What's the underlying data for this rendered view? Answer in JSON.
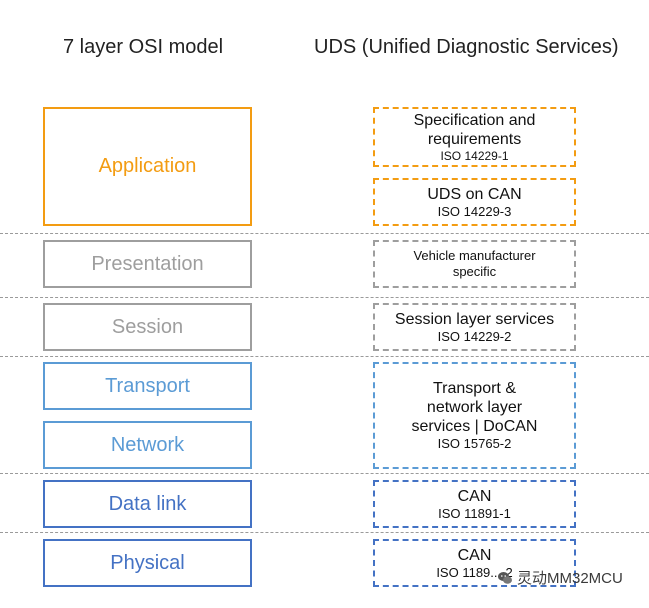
{
  "headings": {
    "left": "7 layer OSI model",
    "right": "UDS (Unified Diagnostic Services)"
  },
  "osi_layers": [
    {
      "name": "Application",
      "color": "#f39c12"
    },
    {
      "name": "Presentation",
      "color": "#9e9e9e"
    },
    {
      "name": "Session",
      "color": "#9e9e9e"
    },
    {
      "name": "Transport",
      "color": "#5b9bd5"
    },
    {
      "name": "Network",
      "color": "#5b9bd5"
    },
    {
      "name": "Data link",
      "color": "#4472c4"
    },
    {
      "name": "Physical",
      "color": "#4472c4"
    }
  ],
  "uds_boxes": [
    {
      "lines": [
        "Specification and",
        "requirements"
      ],
      "standard": "ISO 14229-1",
      "color": "#f39c12"
    },
    {
      "lines": [
        "UDS on CAN"
      ],
      "standard": "ISO 14229-3",
      "color": "#f39c12"
    },
    {
      "lines": [
        "Vehicle manufacturer",
        "specific"
      ],
      "standard": "",
      "color": "#9e9e9e"
    },
    {
      "lines": [
        "Session layer services"
      ],
      "standard": "ISO 14229-2",
      "color": "#9e9e9e"
    },
    {
      "lines": [
        "Transport &",
        "network layer",
        "services | DoCAN"
      ],
      "standard": "ISO 15765-2",
      "color": "#5b9bd5"
    },
    {
      "lines": [
        "CAN"
      ],
      "standard": "ISO 11891-1",
      "color": "#4472c4"
    },
    {
      "lines": [
        "CAN"
      ],
      "standard": "ISO 1189...-2",
      "color": "#4472c4"
    }
  ],
  "watermark": {
    "text": "灵动MM32MCU",
    "icon": "wechat-icon"
  }
}
